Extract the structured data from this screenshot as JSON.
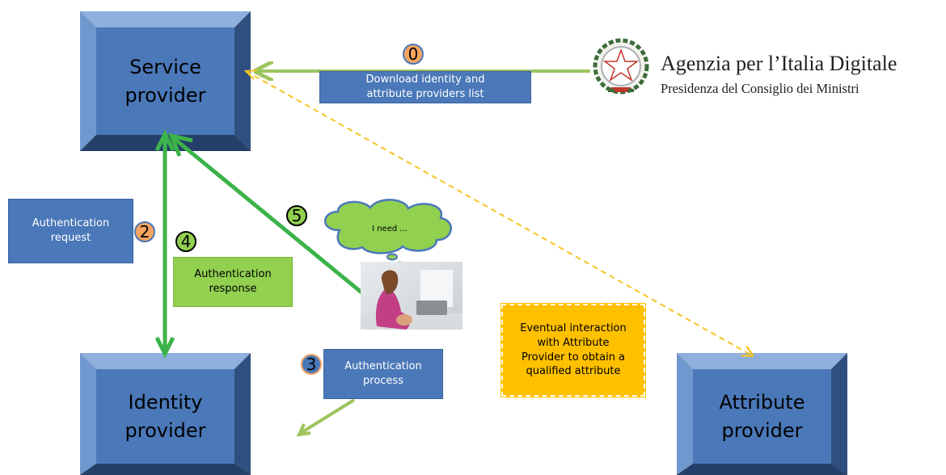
{
  "nodes": {
    "service_provider": "Service\nprovider",
    "identity_provider": "Identity\nprovider",
    "attribute_provider": "Attribute\nprovider"
  },
  "labels": {
    "step0": "Download identity and\nattribute providers list",
    "step2": "Authentication\nrequest",
    "step4": "Authentication\nresponse",
    "step3": "Authentication\nprocess",
    "attribute_note": "Eventual interaction\nwith Attribute\nProvider to obtain a\nqualified attribute"
  },
  "badges": {
    "step0": "0",
    "step2": "2",
    "step3": "3",
    "step4": "4",
    "step5": "5"
  },
  "thought_bubble": "I need ...",
  "agency": {
    "title": "Agenzia per l’Italia Digitale",
    "subtitle": "Presidenza del Consiglio dei Ministri",
    "emblem_icon": "italian-republic-emblem"
  },
  "colors": {
    "node_fill": "#4a78b8",
    "node_border": "#e8934a",
    "green_arrow": "#3cb34a",
    "lime_arrow": "#9dc45f",
    "dashed_arrow": "#f7c325",
    "gold_box": "#ffc000"
  }
}
